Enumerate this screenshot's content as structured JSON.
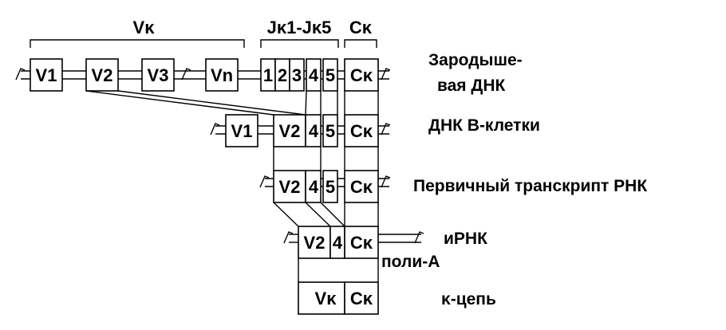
{
  "headers": {
    "v": "Vκ",
    "j": "Jκ1-Jκ5",
    "c": "Cκ"
  },
  "germline": {
    "label_line1": "Зародыше-",
    "label_line2": "вая ДНК",
    "segments": [
      "V1",
      "V2",
      "V3",
      "Vn",
      "1",
      "2",
      "3",
      "4",
      "5",
      "Cκ"
    ]
  },
  "bcell": {
    "label": "ДНК В-клетки",
    "segments": [
      "V1",
      "V2",
      "4",
      "5",
      "Cκ"
    ]
  },
  "primary": {
    "label": "Первичный транскрипт РНК",
    "segments": [
      "V2",
      "4",
      "5",
      "Cκ"
    ]
  },
  "mrna": {
    "label": "иРНК",
    "polya": "поли-А",
    "segments": [
      "V2",
      "4",
      "Cκ"
    ]
  },
  "chain": {
    "label": "κ-цепь",
    "segments": [
      "Vκ",
      "Cκ"
    ]
  }
}
